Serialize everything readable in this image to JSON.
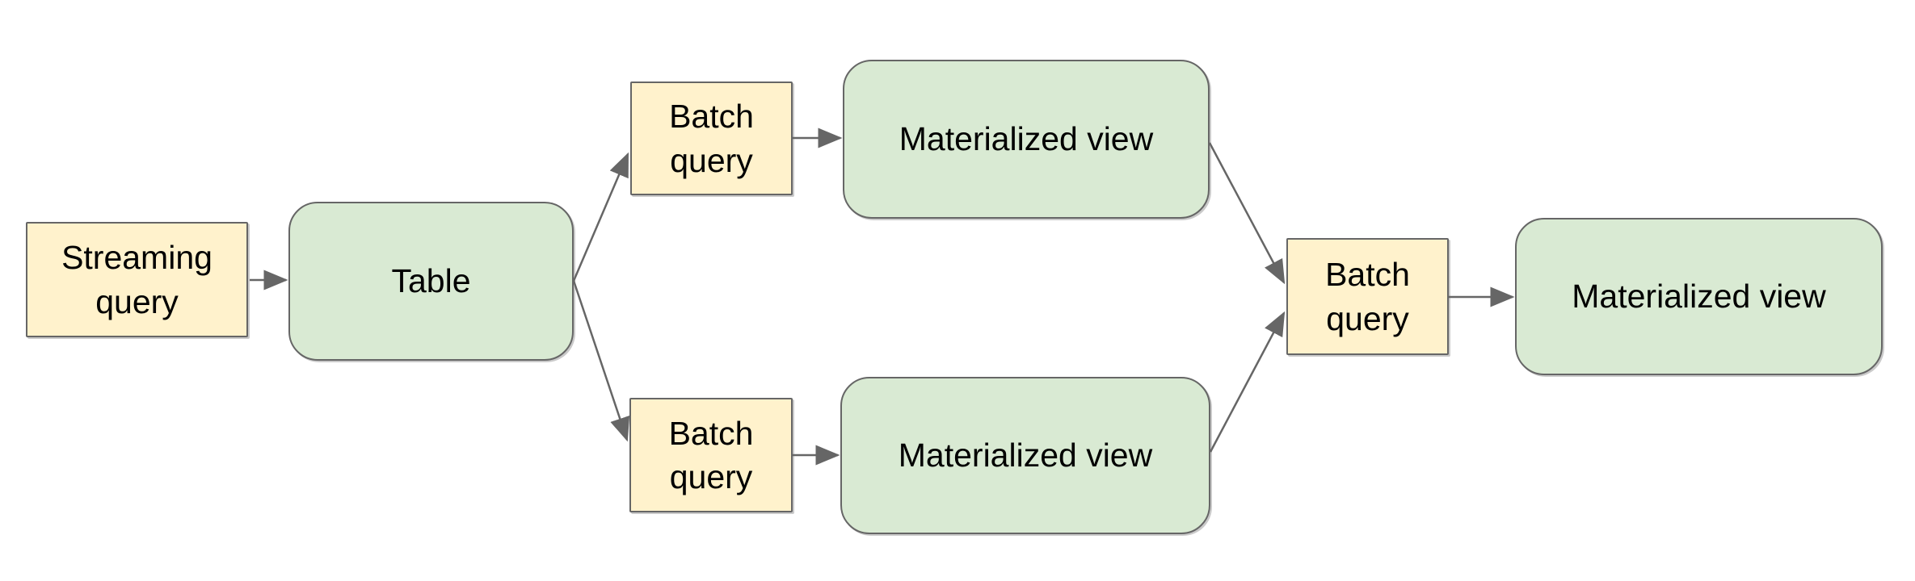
{
  "diagram": {
    "type": "flowchart",
    "nodes": [
      {
        "id": "streaming-query",
        "label": "Streaming query",
        "kind": "query",
        "shape": "rectangle"
      },
      {
        "id": "table",
        "label": "Table",
        "kind": "dataset",
        "shape": "rounded-rectangle"
      },
      {
        "id": "batch-query-top",
        "label": "Batch query",
        "kind": "query",
        "shape": "rectangle"
      },
      {
        "id": "materialized-view-top",
        "label": "Materialized view",
        "kind": "dataset",
        "shape": "rounded-rectangle"
      },
      {
        "id": "batch-query-bottom",
        "label": "Batch query",
        "kind": "query",
        "shape": "rectangle"
      },
      {
        "id": "materialized-view-bottom",
        "label": "Materialized view",
        "kind": "dataset",
        "shape": "rounded-rectangle"
      },
      {
        "id": "batch-query-right",
        "label": "Batch query",
        "kind": "query",
        "shape": "rectangle"
      },
      {
        "id": "materialized-view-final",
        "label": "Materialized view",
        "kind": "dataset",
        "shape": "rounded-rectangle"
      }
    ],
    "edges": [
      {
        "from": "streaming-query",
        "to": "table"
      },
      {
        "from": "table",
        "to": "batch-query-top"
      },
      {
        "from": "table",
        "to": "batch-query-bottom"
      },
      {
        "from": "batch-query-top",
        "to": "materialized-view-top"
      },
      {
        "from": "batch-query-bottom",
        "to": "materialized-view-bottom"
      },
      {
        "from": "materialized-view-top",
        "to": "batch-query-right"
      },
      {
        "from": "materialized-view-bottom",
        "to": "batch-query-right"
      },
      {
        "from": "batch-query-right",
        "to": "materialized-view-final"
      }
    ],
    "colors": {
      "query_fill": "#FFF2CC",
      "dataset_fill": "#D9EAD3",
      "node_border": "#666666",
      "connector": "#666666",
      "label_text": "#000000",
      "background": "#FFFFFF"
    }
  }
}
